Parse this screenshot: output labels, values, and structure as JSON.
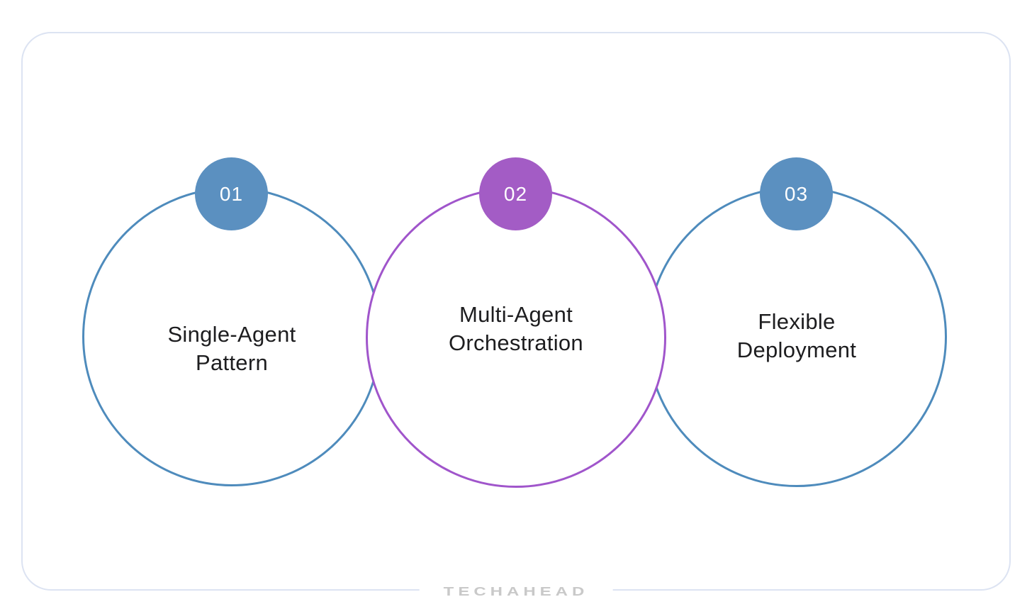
{
  "frame": {
    "border_color": "#dce3f2"
  },
  "steps": [
    {
      "number": "01",
      "label_lines": [
        "Single-Agent",
        "Pattern"
      ],
      "badge_color": "#5b90c0",
      "ring_color": "#4e8bbc"
    },
    {
      "number": "02",
      "label_lines": [
        "Multi-Agent",
        "Orchestration"
      ],
      "badge_color": "#a35cc5",
      "ring_color": "#a055cb"
    },
    {
      "number": "03",
      "label_lines": [
        "Flexible",
        "Deployment"
      ],
      "badge_color": "#5b90c0",
      "ring_color": "#4e8bbc"
    }
  ],
  "text_color": "#1d1d1f",
  "footer": {
    "brand": "TECHAHEAD",
    "color": "#c9c9c9"
  }
}
